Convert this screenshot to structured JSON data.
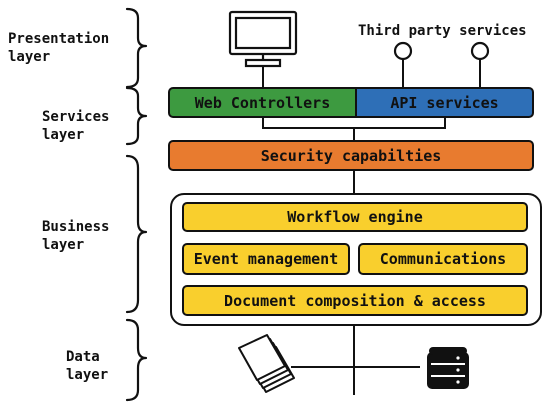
{
  "colors": {
    "web_controllers": "#3d9a40",
    "api_services": "#2e6fb7",
    "security": "#e87b2f",
    "business_component": "#f9cf2d",
    "stroke": "#111111"
  },
  "layers": {
    "presentation": [
      "Presentation",
      "layer"
    ],
    "services": [
      "Services",
      "layer"
    ],
    "business": [
      "Business",
      "layer"
    ],
    "data": [
      "Data",
      "layer"
    ]
  },
  "presentation": {
    "third_party_label": "Third party services",
    "icons": [
      "monitor-icon",
      "service-endpoint-icon",
      "service-endpoint-icon"
    ]
  },
  "services": {
    "web_controllers": "Web Controllers",
    "api_services": "API services"
  },
  "security": "Security capabilties",
  "business": {
    "workflow": "Workflow engine",
    "event": "Event management",
    "communications": "Communications",
    "document": "Document composition & access"
  },
  "data": {
    "icons": [
      "documents-icon",
      "database-icon"
    ]
  }
}
